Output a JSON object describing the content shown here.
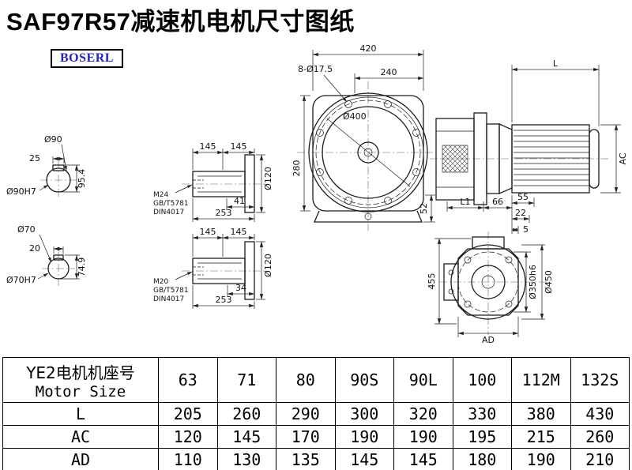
{
  "title": "SAF97R57减速机电机尺寸图纸",
  "logo": "BOSERL",
  "drawing": {
    "front": {
      "w420": "420",
      "w240": "240",
      "bolts": "8-Ø17.5",
      "d400": "Ø400",
      "h280": "280",
      "h52": "52"
    },
    "side": {
      "L": "L",
      "AC": "AC",
      "L1": "L1",
      "d66": "66",
      "d55": "55",
      "d22": "22",
      "d5": "5"
    },
    "output": {
      "h455": "455",
      "d350": "Ø350h6",
      "d450": "Ø450",
      "AD": "AD"
    },
    "shaft1": {
      "dia": "Ø90",
      "key_w": "25",
      "key_h": "95.4",
      "fit": "Ø90H7"
    },
    "shaft2": {
      "dia": "Ø70",
      "key_w": "20",
      "key_h": "74.9",
      "fit": "Ø70H7"
    },
    "spline1": {
      "len1": "145",
      "len2": "145",
      "dia": "Ø120",
      "thread": "M24",
      "std1": "GB/T5781",
      "std2": "DIN4017",
      "tlen": "41",
      "total": "253"
    },
    "spline2": {
      "len1": "145",
      "len2": "145",
      "dia": "Ø120",
      "thread": "M20",
      "std1": "GB/T5781",
      "std2": "DIN4017",
      "tlen": "34",
      "total": "253"
    }
  },
  "table": {
    "header_cn": "YE2电机机座号",
    "header_en": "Motor Size",
    "sizes": [
      "63",
      "71",
      "80",
      "90S",
      "90L",
      "100",
      "112M",
      "132S"
    ],
    "rows": [
      {
        "label": "L",
        "values": [
          "205",
          "260",
          "290",
          "300",
          "320",
          "330",
          "380",
          "430"
        ]
      },
      {
        "label": "AC",
        "values": [
          "120",
          "145",
          "170",
          "190",
          "190",
          "195",
          "215",
          "260"
        ]
      },
      {
        "label": "AD",
        "values": [
          "110",
          "130",
          "135",
          "145",
          "145",
          "180",
          "190",
          "210"
        ]
      }
    ]
  }
}
